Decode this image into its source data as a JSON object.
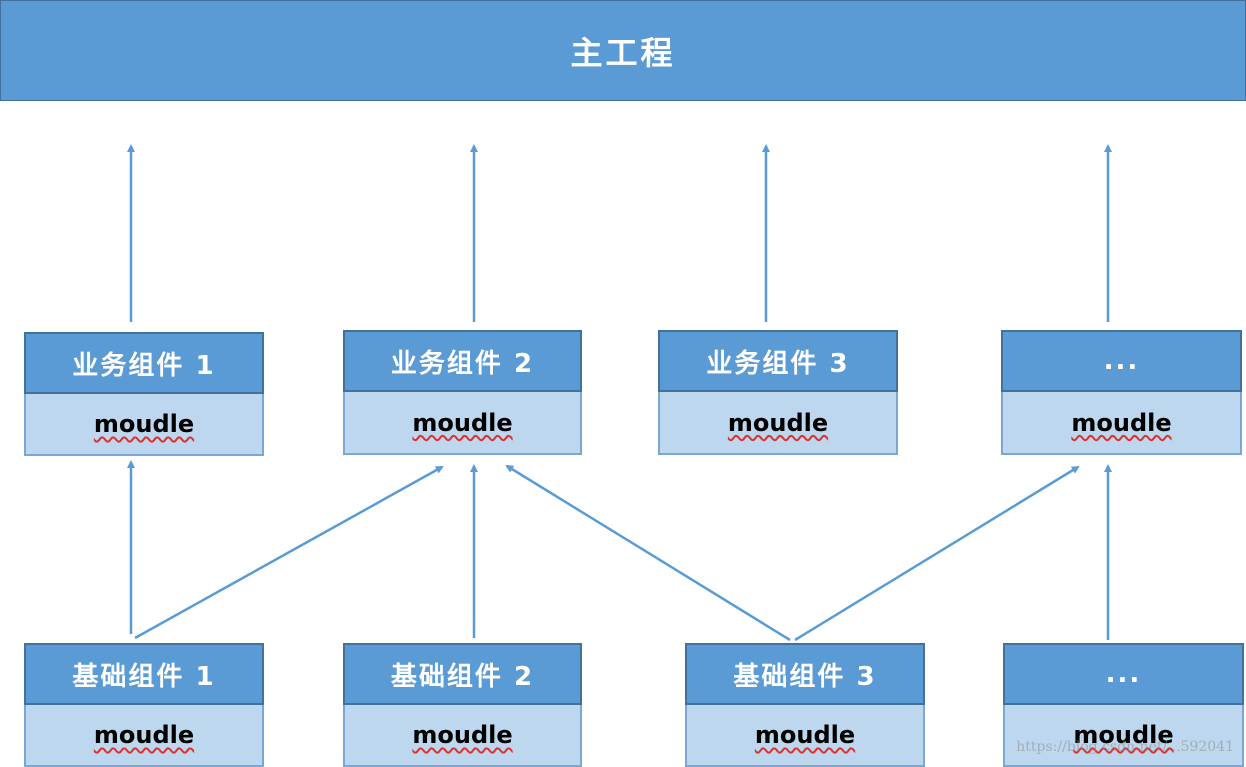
{
  "main": {
    "title": "主工程"
  },
  "business_components": [
    {
      "title": "业务组件 1",
      "module": "moudle"
    },
    {
      "title": "业务组件 2",
      "module": "moudle"
    },
    {
      "title": "业务组件 3",
      "module": "moudle"
    },
    {
      "title": "...",
      "module": "moudle"
    }
  ],
  "base_components": [
    {
      "title": "基础组件 1",
      "module": "moudle"
    },
    {
      "title": "基础组件 2",
      "module": "moudle"
    },
    {
      "title": "基础组件 3",
      "module": "moudle"
    },
    {
      "title": "...",
      "module": "moudle"
    }
  ],
  "colors": {
    "box_header": "#5b9bd5",
    "box_body": "#bdd7ee",
    "arrow": "#5b9bd5"
  },
  "watermark": "https://blog.csdn.net/...592041"
}
